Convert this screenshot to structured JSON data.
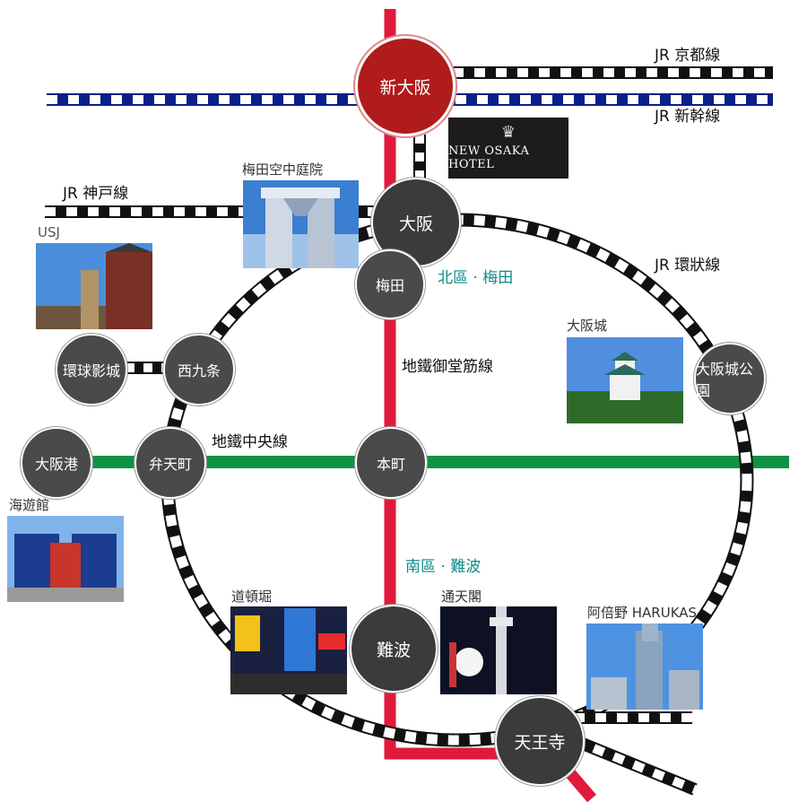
{
  "lines": {
    "jr_kyoto": "JR 京都線",
    "jr_shinkansen": "JR 新幹線",
    "jr_kobe": "JR 神戸線",
    "jr_loop": "JR 環狀線",
    "midosuji": "地鐵御堂筋線",
    "chuo": "地鐵中央線"
  },
  "colors": {
    "midosuji": "#e01a3c",
    "chuo": "#119144",
    "shinkansen": "#0a1f8a",
    "hotel_bg": "#1d1b1b",
    "station": "#4a4a4a",
    "shin_osaka": "#b01c1c",
    "district": "#0e8b8b"
  },
  "stations": {
    "shin_osaka": "新大阪",
    "osaka": "大阪",
    "umeda": "梅田",
    "honmachi": "本町",
    "namba": "難波",
    "tennoji": "天王寺",
    "nishikujo": "西九条",
    "universal_city": "環球影城",
    "bentencho": "弁天町",
    "osakako": "大阪港",
    "osakajo_koen": "大阪城公園"
  },
  "districts": {
    "north": "北區 · 梅田",
    "south": "南區 · 難波"
  },
  "landmarks": {
    "umeda_sky": "梅田空中庭院",
    "usj": "USJ",
    "osaka_castle": "大阪城",
    "kaiyukan": "海遊館",
    "dotonbori": "道頓堀",
    "tsutenkaku": "通天閣",
    "harukas": "阿倍野 HARUKAS"
  },
  "hotel": {
    "name": "NEW OSAKA HOTEL",
    "crest_icon": "crown-crest-icon"
  }
}
